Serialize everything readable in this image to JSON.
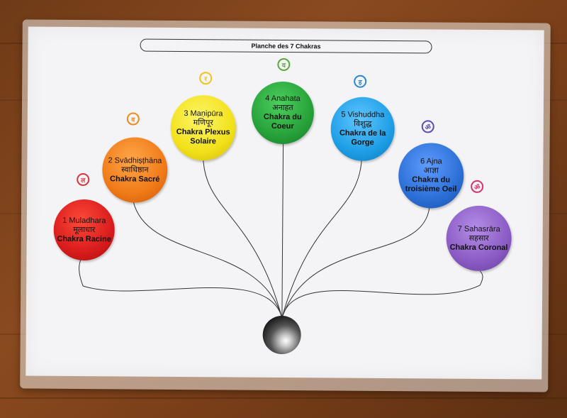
{
  "title": "Planche des 7 Chakras",
  "chakras": [
    {
      "line1": "1 Muladhara",
      "line2": "मूलाधार",
      "line3": "Chakra Racine",
      "line4": "",
      "color": "#d91c1c",
      "symbol_color": "#d9343f"
    },
    {
      "line1": "2 Svādhiṣṭhāna",
      "line2": "स्वाधिष्ठान",
      "line3": "Chakra Sacré",
      "line4": "",
      "color": "#f07a18",
      "symbol_color": "#f08a1a"
    },
    {
      "line1": "3 Maṇipūra",
      "line2": "मणिपूर",
      "line3": "Chakra Plexus",
      "line4": "Solaire",
      "color": "#f2e11a",
      "symbol_color": "#f0c21a"
    },
    {
      "line1": "4 Anahata",
      "line2": "अनाहत",
      "line3": "Chakra du",
      "line4": "Coeur",
      "color": "#27a23a",
      "symbol_color": "#58a83a"
    },
    {
      "line1": "5 Vishuddha",
      "line2": "विशुद्ध",
      "line3": "Chakra de la",
      "line4": "Gorge",
      "color": "#1e9ee6",
      "symbol_color": "#2a86d6"
    },
    {
      "line1": "6 Ajna",
      "line2": "आज्ञा",
      "line3": "Chakra du",
      "line4": "troisième Oeil",
      "color": "#2b6fd6",
      "symbol_color": "#5b4bb8"
    },
    {
      "line1": "7 Sahasrāra",
      "line2": "सहसार",
      "line3": "Chakra Coronal",
      "line4": "",
      "color": "#8a5bc4",
      "symbol_color": "#d4346a"
    }
  ]
}
